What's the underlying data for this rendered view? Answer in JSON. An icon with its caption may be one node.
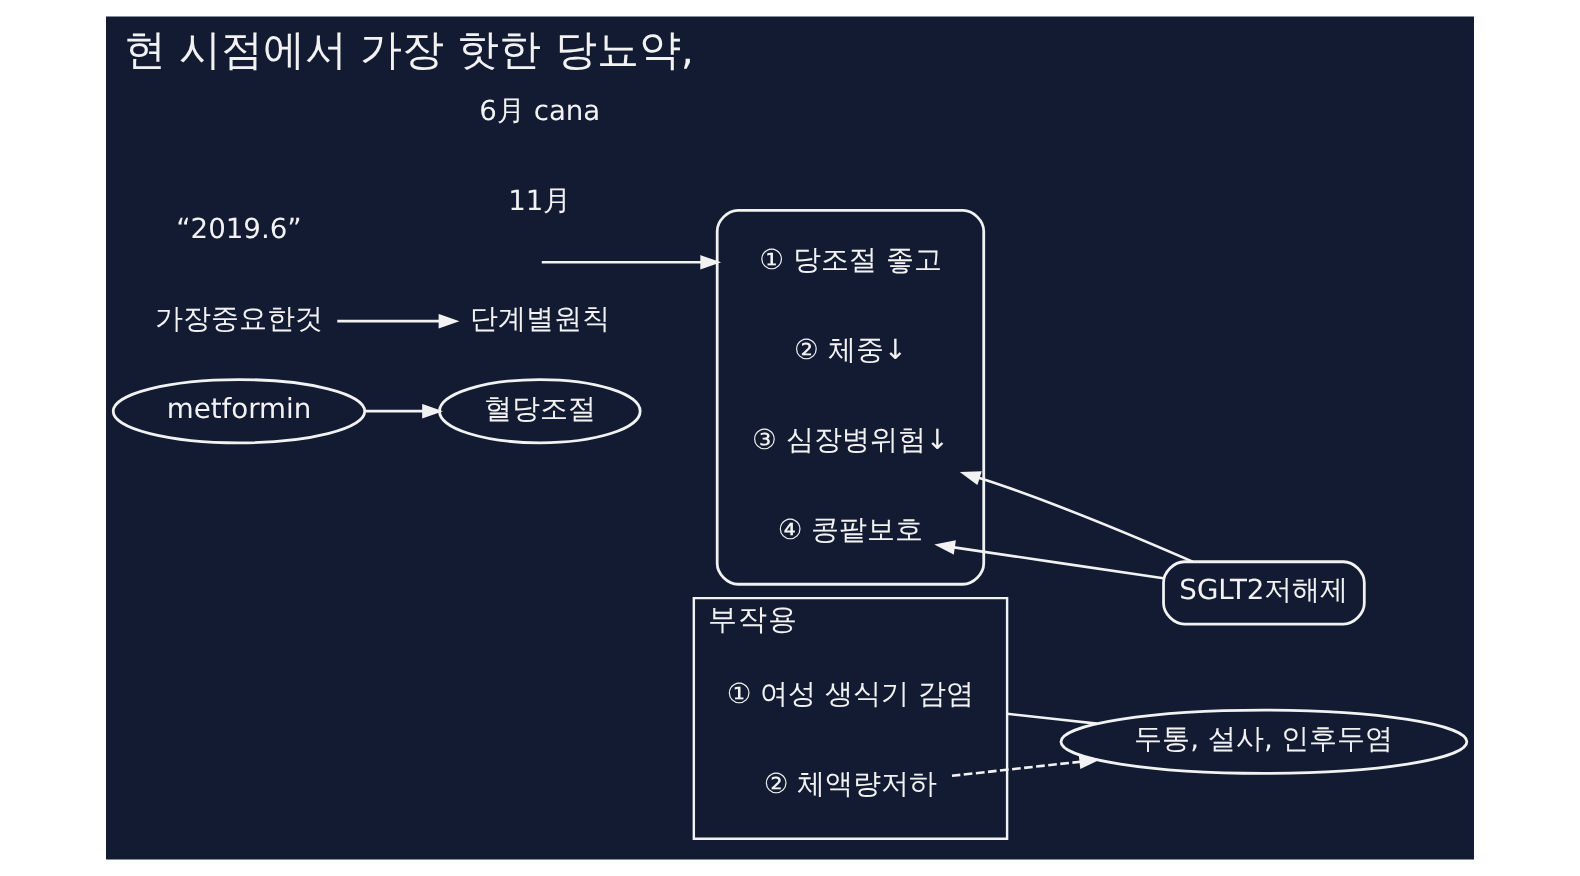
{
  "diagram": {
    "title": "현 시점에서 가장 핫한 당뇨약,",
    "nodes": [
      {
        "text": [
          "SGLT2저해제"
        ]
      },
      {
        "text": [],
        "shape": "bracket"
      },
      {
        "text": [
          "① 당조절 좋고"
        ],
        "in": 1
      },
      {
        "text": [
          "② 체중↓"
        ],
        "in": 1
      },
      {
        "text": [
          "③ 심장병위험↓"
        ],
        "in": 1
      },
      {
        "text": [
          "④ 콩팥보호"
        ],
        "in": 1
      },
      {
        "text": [
          "부작용"
        ]
      },
      {
        "text": [
          "① 여성 생식기 감염"
        ],
        "in": 6
      },
      {
        "text": [
          "② 체액량저하"
        ],
        "in": 6
      },
      {
        "text": [
          "두통, 설사, 인후두염"
        ]
      },
      {
        "text": [
          "가장중요한것"
        ]
      },
      {
        "text": [
          "단계별원칙"
        ]
      },
      {
        "text": [
          "metformin"
        ]
      },
      {
        "text": [
          "혈당조절"
        ]
      }
    ],
    "edges": [
      {
        "from": null,
        "to": 1,
        "arrow": "to"
      },
      {
        "from": 0,
        "to": 4,
        "arrow": "to"
      },
      {
        "from": 0,
        "to": 5,
        "arrow": "to"
      },
      {
        "from": 6,
        "to": 9,
        "arrow": "none"
      },
      {
        "from": 8,
        "to": 9,
        "arrow": "to",
        "style": "dashed"
      },
      {
        "from": 10,
        "to": 11,
        "arrow": "to"
      },
      {
        "from": 12,
        "to": 13,
        "arrow": "to"
      }
    ],
    "labels": [
      "“2019.6”",
      "6月 cana",
      "11月"
    ]
  }
}
